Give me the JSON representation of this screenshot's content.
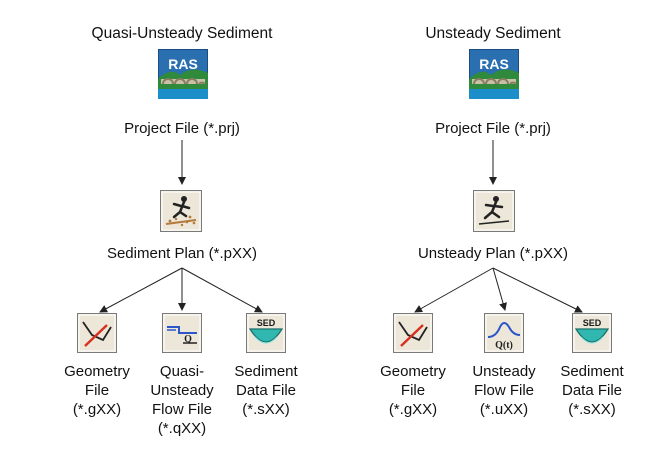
{
  "left": {
    "title": "Quasi-Unsteady Sediment",
    "ras_badge": "RAS",
    "project_label": "Project File (*.prj)",
    "plan_label": "Sediment Plan (*.pXX)",
    "plan_icon": "sediment-plan-icon",
    "children": [
      {
        "icon": "geometry-icon",
        "lines": [
          "Geometry",
          "File",
          "(*.gXX)"
        ]
      },
      {
        "icon": "quasi-unsteady-flow-icon",
        "lines": [
          "Quasi-",
          "Unsteady",
          "Flow File",
          "(*.qXX)"
        ]
      },
      {
        "icon": "sediment-data-icon",
        "badge": "SED",
        "lines": [
          "Sediment",
          "Data File",
          "(*.sXX)"
        ]
      }
    ]
  },
  "right": {
    "title": "Unsteady Sediment",
    "ras_badge": "RAS",
    "project_label": "Project File (*.prj)",
    "plan_label": "Unsteady Plan (*.pXX)",
    "plan_icon": "unsteady-plan-icon",
    "children": [
      {
        "icon": "geometry-icon",
        "lines": [
          "Geometry",
          "File",
          "(*.gXX)"
        ]
      },
      {
        "icon": "unsteady-flow-icon",
        "badge": "Q(t)",
        "lines": [
          "Unsteady",
          "Flow File",
          "(*.uXX)"
        ]
      },
      {
        "icon": "sediment-data-icon",
        "badge": "SED",
        "lines": [
          "Sediment",
          "Data File",
          "(*.sXX)"
        ]
      }
    ]
  },
  "colors": {
    "ras_sky": "#2a6fb0",
    "ras_water": "#1c8ec9",
    "ras_green": "#2f8a3c",
    "icon_bg": "#ece7d8",
    "icon_border": "#7a7a7a",
    "arrow": "#222222",
    "cross_section": "#d83020",
    "sed_teal": "#2fb7b0"
  }
}
